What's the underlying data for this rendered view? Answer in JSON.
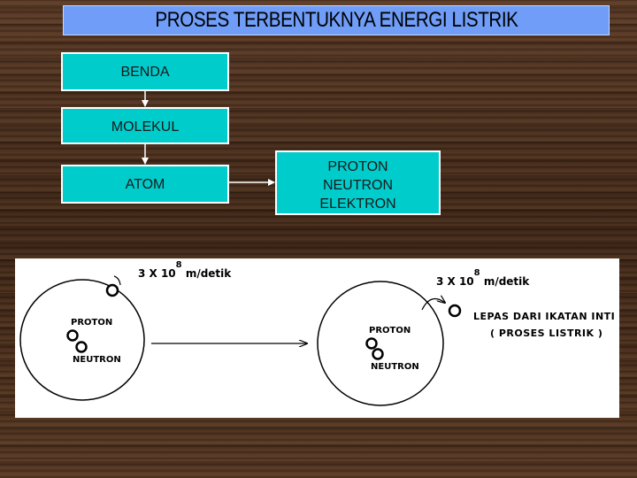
{
  "title": "PROSES TERBENTUKNYA ENERGI LISTRIK",
  "flow": {
    "benda": "BENDA",
    "molekul": "MOLEKUL",
    "atom": "ATOM",
    "particles": [
      "PROTON",
      "NEUTRON",
      "ELEKTRON"
    ]
  },
  "atom_diagram": {
    "left": {
      "speed_base": "3 X 10",
      "speed_exp": "8",
      "speed_unit": "m/detik",
      "proton_label": "PROTON",
      "neutron_label": "NEUTRON"
    },
    "right": {
      "speed_base": "3 X 10",
      "speed_exp": "8",
      "speed_unit": "m/detik",
      "proton_label": "PROTON",
      "neutron_label": "NEUTRON",
      "note_line1": "LEPAS DARI IKATAN INTI",
      "note_line2": "( PROSES LISTRIK )"
    }
  },
  "colors": {
    "title_bg": "#6f9df7",
    "box_bg": "#00cccc",
    "panel_bg": "#ffffff"
  }
}
